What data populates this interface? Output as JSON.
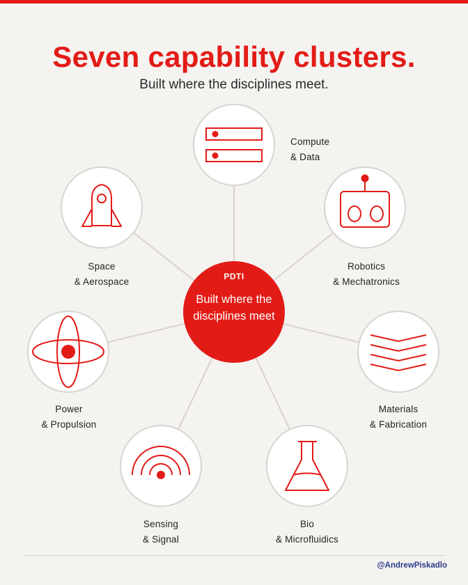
{
  "header": {
    "title": "Seven capability clusters.",
    "subtitle": "Built where the disciplines meet."
  },
  "center": {
    "tag": "PDTI",
    "text": "Built where the disciplines meet"
  },
  "clusters": [
    {
      "id": "compute",
      "line1": "Compute",
      "line2": "& Data",
      "icon": "server-stack-icon"
    },
    {
      "id": "robotics",
      "line1": "Robotics",
      "line2": "& Mechatronics",
      "icon": "robot-face-icon"
    },
    {
      "id": "materials",
      "line1": "Materials",
      "line2": "& Fabrication",
      "icon": "layered-chevrons-icon"
    },
    {
      "id": "bio",
      "line1": "Bio",
      "line2": "& Microfluidics",
      "icon": "flask-icon"
    },
    {
      "id": "sensing",
      "line1": "Sensing",
      "line2": "& Signal",
      "icon": "signal-waves-icon"
    },
    {
      "id": "power",
      "line1": "Power",
      "line2": "& Propulsion",
      "icon": "atom-orbit-icon"
    },
    {
      "id": "space",
      "line1": "Space",
      "line2": "& Aerospace",
      "icon": "rocket-icon"
    }
  ],
  "footer": {
    "handle": "@AndrewPiskadlo"
  },
  "colors": {
    "accent": "#e31b17",
    "background": "#f4f3f0",
    "node_border": "#d8d5d0",
    "connector": "#d8d3ce",
    "handle": "#2b3a8a"
  }
}
